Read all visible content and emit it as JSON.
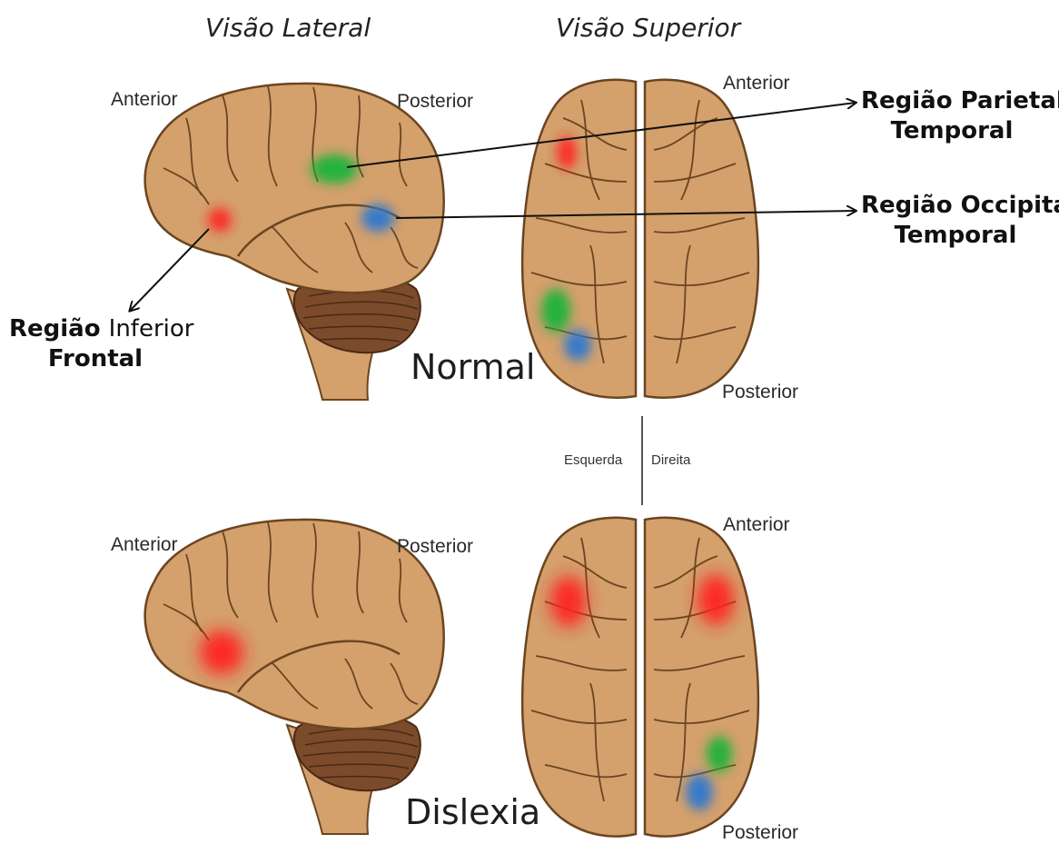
{
  "headings": {
    "lateral": "Visão Lateral",
    "superior": "Visão Superior"
  },
  "directions": {
    "anterior_lateral_top": "Anterior",
    "posterior_lateral_top": "Posterior",
    "anterior_superior_top": "Anterior",
    "posterior_superior_top": "Posterior",
    "anterior_lateral_bottom": "Anterior",
    "posterior_lateral_bottom": "Posterior",
    "anterior_superior_bottom": "Anterior",
    "posterior_superior_bottom": "Posterior"
  },
  "conditions": {
    "normal": "Normal",
    "dyslexia": "Dislexia"
  },
  "hemispheres": {
    "left": "Esquerda",
    "right": "Direita"
  },
  "callouts": {
    "parietal_line1": "Região Parietal",
    "parietal_line2": "Temporal",
    "occipital_line1": "Região Occipital",
    "occipital_line2": "Temporal",
    "inferior_word1": "Região",
    "inferior_word2": "Inferior",
    "inferior_line2": "Frontal"
  },
  "colors": {
    "brain": "#d4a06c",
    "brain_outline": "#6b4520",
    "cerebellum": "#7b4b2c",
    "inferior_frontal": "#ff2020",
    "parietal_temporal": "#1db33a",
    "occipital_temporal": "#2e79cf"
  }
}
